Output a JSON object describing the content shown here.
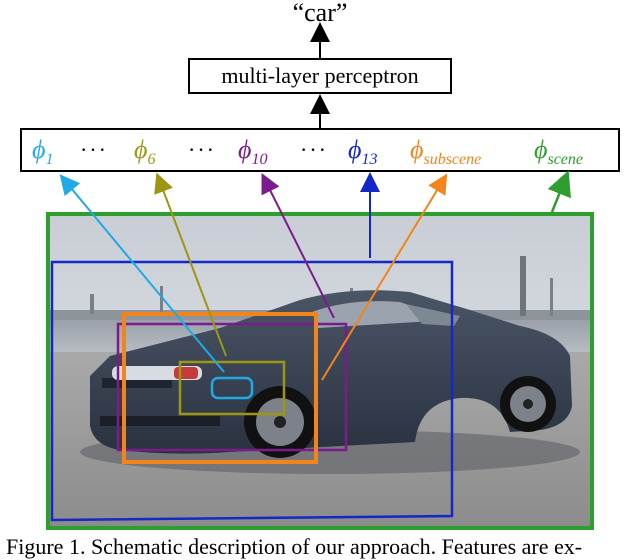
{
  "figure": {
    "output_label": "“car”",
    "mlp_label": "multi-layer perceptron",
    "features": [
      {
        "symbol": "ϕ",
        "subscript": "1",
        "color": "#1fa9e6"
      },
      {
        "symbol": "ϕ",
        "subscript": "6",
        "color": "#9c9613"
      },
      {
        "symbol": "ϕ",
        "subscript": "10",
        "color": "#7b1c8c"
      },
      {
        "symbol": "ϕ",
        "subscript": "13",
        "color": "#1428c8"
      },
      {
        "symbol": "ϕ",
        "subscript": "subscene",
        "color": "#f3841b"
      },
      {
        "symbol": "ϕ",
        "subscript": "scene",
        "color": "#2e9e2e"
      }
    ],
    "ellipsis": "···",
    "caption": "Figure 1. Schematic description of our approach. Features are ex-"
  }
}
